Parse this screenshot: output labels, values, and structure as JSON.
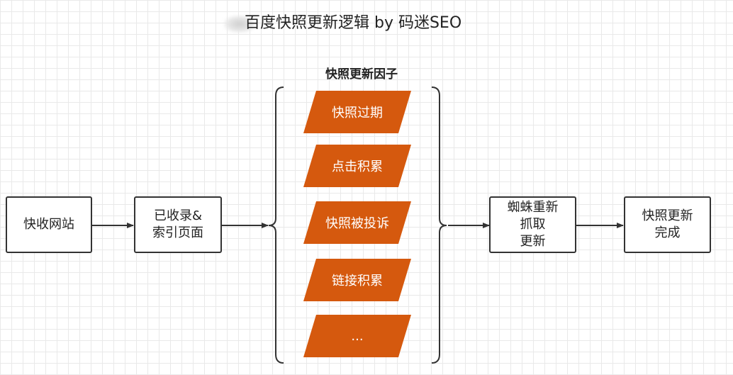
{
  "title": "百度快照更新逻辑 by 码迷SEO",
  "factors": {
    "heading": "快照更新因子",
    "items": [
      "快照过期",
      "点击积累",
      "快照被投诉",
      "链接积累",
      "..."
    ]
  },
  "boxes": {
    "site": "快收网站",
    "indexed": "已收录&\n索引页面",
    "spider": "蜘蛛重新\n抓取\n更新",
    "done": "快照更新\n完成"
  },
  "colors": {
    "factor_fill": "#d5590e",
    "box_border": "#333333",
    "grid": "#e9e9e9"
  }
}
